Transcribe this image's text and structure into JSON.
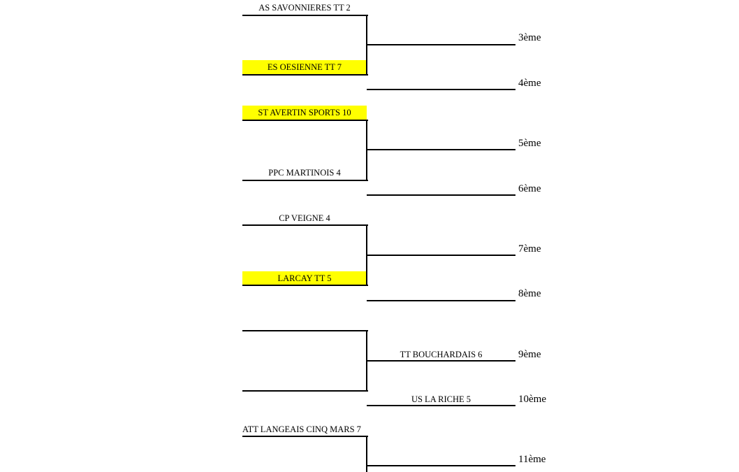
{
  "brackets": [
    {
      "top_team": "AS SAVONNIERES TT 2",
      "bottom_team": "ES OESIENNE TT 7",
      "winner_place": "3ème",
      "loser_place": "4ème",
      "bottom_highlighted": true
    },
    {
      "top_team": "ST AVERTIN SPORTS 10",
      "bottom_team": "PPC MARTINOIS 4",
      "winner_place": "5ème",
      "loser_place": "6ème",
      "top_highlighted": true
    },
    {
      "top_team": "CP VEIGNE 4",
      "bottom_team": "LARCAY TT 5",
      "winner_place": "7ème",
      "loser_place": "8ème",
      "bottom_highlighted": true
    },
    {
      "top_team": "",
      "bottom_team": "",
      "winner_result": "TT BOUCHARDAIS 6",
      "loser_result": "US LA RICHE 5",
      "winner_place": "9ème",
      "loser_place": "10ème"
    },
    {
      "top_team": "ATT LANGEAIS CINQ MARS 7",
      "winner_place": "11ème"
    }
  ],
  "colors": {
    "highlight": "#ffff00",
    "line": "#000000",
    "background": "#ffffff"
  }
}
